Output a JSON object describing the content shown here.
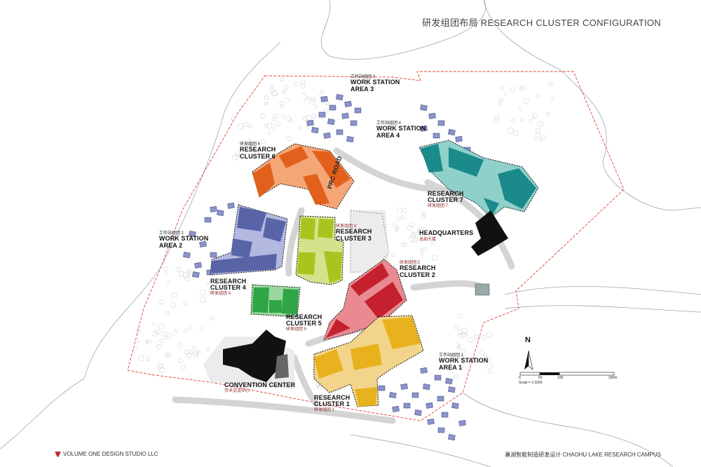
{
  "title": "研发组团布局 RESEARCH CLUSTER CONFIGURATION",
  "footer": {
    "studio": "VOLUME ONE DESIGN STUDIO LLC",
    "project": "巢湖智能制造研发设计  CHAOHU LAKE RESEARCH CAMPUS"
  },
  "road_label": "PRC ROAD",
  "labels": {
    "ws3": {
      "cn": "工作站组团 3",
      "en1": "WORK STATION",
      "en2": "AREA 3"
    },
    "ws4": {
      "cn": "工作站组团 4",
      "en1": "WORK STATION",
      "en2": "AREA 4"
    },
    "ws2": {
      "cn": "工作站组团 2",
      "en1": "WORK STATION",
      "en2": "AREA 2"
    },
    "ws1": {
      "cn": "工作站组团 1",
      "en1": "WORK STATION",
      "en2": "AREA 1"
    },
    "rc6": {
      "cn": "研发组团 6",
      "en1": "RESEARCH",
      "en2": "CLUSTER 6"
    },
    "rc7": {
      "en1": "RESEARCH",
      "en2": "CLUSTER 7",
      "cn": "研发组团 7"
    },
    "rc3": {
      "cn": "研发组团 3",
      "en1": "RESEARCH",
      "en2": "CLUSTER 3"
    },
    "rc2": {
      "cn": "研发组团 2",
      "en1": "RESEARCH",
      "en2": "CLUSTER 2"
    },
    "rc4": {
      "en1": "RESEARCH",
      "en2": "CLUSTER 4",
      "cn": "研发组团 4"
    },
    "rc5": {
      "en1": "RESEARCH",
      "en2": "CLUSTER 5",
      "cn": "研发组团 5"
    },
    "rc1": {
      "en1": "RESEARCH",
      "en2": "CLUSTER 1",
      "cn": "研发组团 1"
    },
    "hq": {
      "en": "HEADQUARTERS",
      "cn": "总部大楼"
    },
    "cc": {
      "en": "CONVENTION CENTER",
      "cn": "学术交流中心"
    }
  },
  "north_label": "N",
  "scale": {
    "ticks": [
      "0",
      "50",
      "100",
      "200m"
    ],
    "text": "Scale = 1:3200"
  },
  "colors": {
    "cluster1": "#e8b21e",
    "cluster2": "#c4202e",
    "cluster3": "#a8c51f",
    "cluster4": "#5964a8",
    "cluster5": "#2fa546",
    "cluster6": "#e2601c",
    "cluster7": "#1a8a8a",
    "workstation": "#8a93cc",
    "boundary": "#e0433a",
    "building_black": "#111111"
  }
}
